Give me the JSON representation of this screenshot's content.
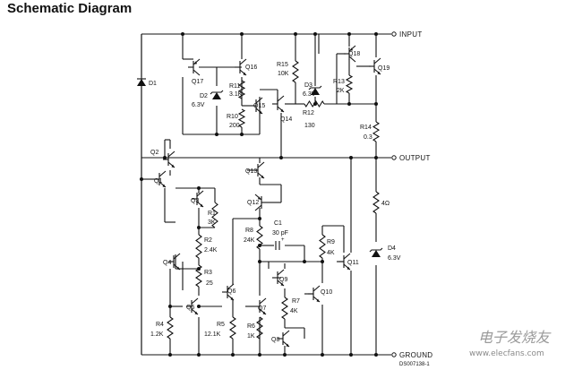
{
  "title": "Schematic Diagram",
  "rails": {
    "input": "INPUT",
    "output": "OUTPUT",
    "ground": "GROUND"
  },
  "doc_id": "DS007138-1",
  "watermark": {
    "cn": "电子发烧友",
    "url": "www.elecfans.com"
  },
  "components": [
    {
      "id": "D1",
      "label": "D1",
      "value": ""
    },
    {
      "id": "Q17",
      "label": "Q17",
      "value": ""
    },
    {
      "id": "Q16",
      "label": "Q16",
      "value": ""
    },
    {
      "id": "D2",
      "label": "D2",
      "value": "6.3V"
    },
    {
      "id": "R11",
      "label": "R11",
      "value": "3.1K"
    },
    {
      "id": "R10",
      "label": "R10",
      "value": "200"
    },
    {
      "id": "Q15",
      "label": "Q15",
      "value": ""
    },
    {
      "id": "Q14",
      "label": "Q14",
      "value": ""
    },
    {
      "id": "R15",
      "label": "R15",
      "value": "10K"
    },
    {
      "id": "D3",
      "label": "D3",
      "value": "6.3V"
    },
    {
      "id": "R12",
      "label": "R12",
      "value": "130"
    },
    {
      "id": "Q18",
      "label": "Q18",
      "value": ""
    },
    {
      "id": "R13",
      "label": "R13",
      "value": "2K"
    },
    {
      "id": "Q19",
      "label": "Q19",
      "value": ""
    },
    {
      "id": "R14",
      "label": "R14",
      "value": "0.3"
    },
    {
      "id": "Q2",
      "label": "Q2",
      "value": ""
    },
    {
      "id": "Q1",
      "label": "Q1",
      "value": ""
    },
    {
      "id": "Q13",
      "label": "Q13",
      "value": ""
    },
    {
      "id": "Q12",
      "label": "Q12",
      "value": ""
    },
    {
      "id": "Q3",
      "label": "Q3",
      "value": ""
    },
    {
      "id": "R1",
      "label": "R1",
      "value": "3K"
    },
    {
      "id": "R2",
      "label": "R2",
      "value": "2.4K"
    },
    {
      "id": "Q4",
      "label": "Q4",
      "value": ""
    },
    {
      "id": "R3",
      "label": "R3",
      "value": "25"
    },
    {
      "id": "Q5",
      "label": "Q5",
      "value": ""
    },
    {
      "id": "Q6",
      "label": "Q6",
      "value": ""
    },
    {
      "id": "R4",
      "label": "R4",
      "value": "1.2K"
    },
    {
      "id": "R5",
      "label": "R5",
      "value": "12.1K"
    },
    {
      "id": "Q7",
      "label": "Q7",
      "value": ""
    },
    {
      "id": "R6",
      "label": "R6",
      "value": "1K"
    },
    {
      "id": "R8",
      "label": "R8",
      "value": "24K"
    },
    {
      "id": "C1",
      "label": "C1",
      "value": "30 pF"
    },
    {
      "id": "Q9",
      "label": "Q9",
      "value": ""
    },
    {
      "id": "R7",
      "label": "R7",
      "value": "4K"
    },
    {
      "id": "Q8",
      "label": "Q8",
      "value": ""
    },
    {
      "id": "R9",
      "label": "R9",
      "value": "4K"
    },
    {
      "id": "Q10",
      "label": "Q10",
      "value": ""
    },
    {
      "id": "Q11",
      "label": "Q11",
      "value": ""
    },
    {
      "id": "RL",
      "label": "",
      "value": "4Ω"
    },
    {
      "id": "D4",
      "label": "D4",
      "value": "6.3V"
    }
  ]
}
